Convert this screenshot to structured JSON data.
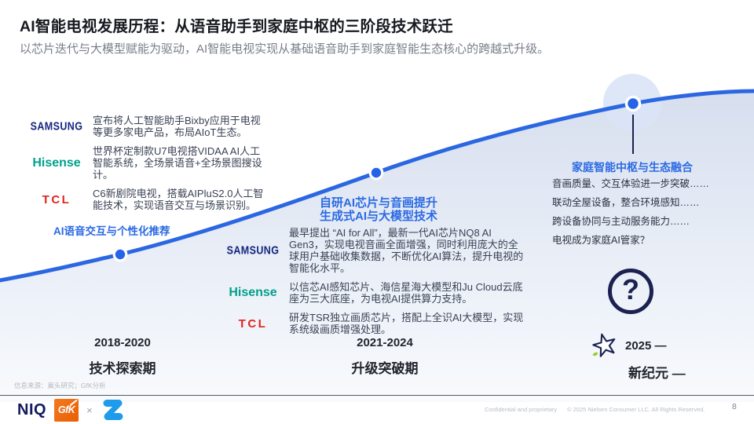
{
  "header": {
    "title": "AI智能电视发展历程：从语音助手到家庭中枢的三阶段技术跃迁",
    "subtitle": "以芯片迭代与大模型赋能为驱动，AI智能电视实现从基础语音助手到家庭智能生态核心的跨越式升级。"
  },
  "colors": {
    "curve_blue": "#2C67E2",
    "accent_blue": "#2B6AE3",
    "samsung_navy": "#13257F",
    "hisense_teal": "#00A08C",
    "tcl_red": "#E1251B",
    "dark_navy": "#1B2150",
    "gfk_orange": "#F06C12",
    "z_blue": "#1E9CEB",
    "niq_navy": "#12195E"
  },
  "phase1": {
    "label": "AI语音交互与个性化推荐",
    "items": [
      {
        "brand": "SAMSUNG",
        "text": "宣布将人工智能助手Bixby应用于电视等更多家电产品，布局AIoT生态。"
      },
      {
        "brand": "Hisense",
        "text": "世界杯定制款U7电视搭VIDAA AI人工智能系统，全场景语音+全场景图搜设计。"
      },
      {
        "brand": "TCL",
        "text": "C6新剧院电视，搭载AIPluS2.0人工智能技术，实现语音交互与场景识别。"
      }
    ],
    "period_year": "2018-2020",
    "period_name": "技术探索期"
  },
  "phase2": {
    "label_line1": "自研AI芯片与音画提升",
    "label_line2": "生成式AI与大模型技术",
    "items": [
      {
        "brand": "SAMSUNG",
        "text": "最早提出 “AI for All”，最新一代AI芯片NQ8 AI Gen3，实现电视音画全面增强，同时利用庞大的全球用户基础收集数据，不断优化AI算法，提升电视的智能化水平。"
      },
      {
        "brand": "Hisense",
        "text": "以信芯AI感知芯片、海信星海大模型和Ju Cloud云底座为三大底座，为电视AI提供算力支持。"
      },
      {
        "brand": "TCL",
        "text": "研发TSR独立画质芯片，搭配上全识AI大模型，实现系统级画质增强处理。"
      }
    ],
    "period_year": "2021-2024",
    "period_name": "升级突破期"
  },
  "phase3": {
    "label": "家庭智能中枢与生态融合",
    "bullets": [
      "音画质量、交互体验进一步突破……",
      "联动全屋设备，整合环境感知……",
      "跨设备协同与主动服务能力……",
      "电视成为家庭AI管家？"
    ],
    "question_mark": "?",
    "period_year": "2025 —",
    "period_name": "新纪元 —"
  },
  "footer": {
    "source_note": "信息来源：案头研究；GfK分析",
    "niq_logo": "NIQ",
    "gfk_logo": "GfK",
    "partnership_x": "×",
    "confidential": "Confidential and proprietary",
    "copyright": "© 2025 Nielsen Consumer LLC. All Rights Reserved.",
    "page_number": "8"
  }
}
